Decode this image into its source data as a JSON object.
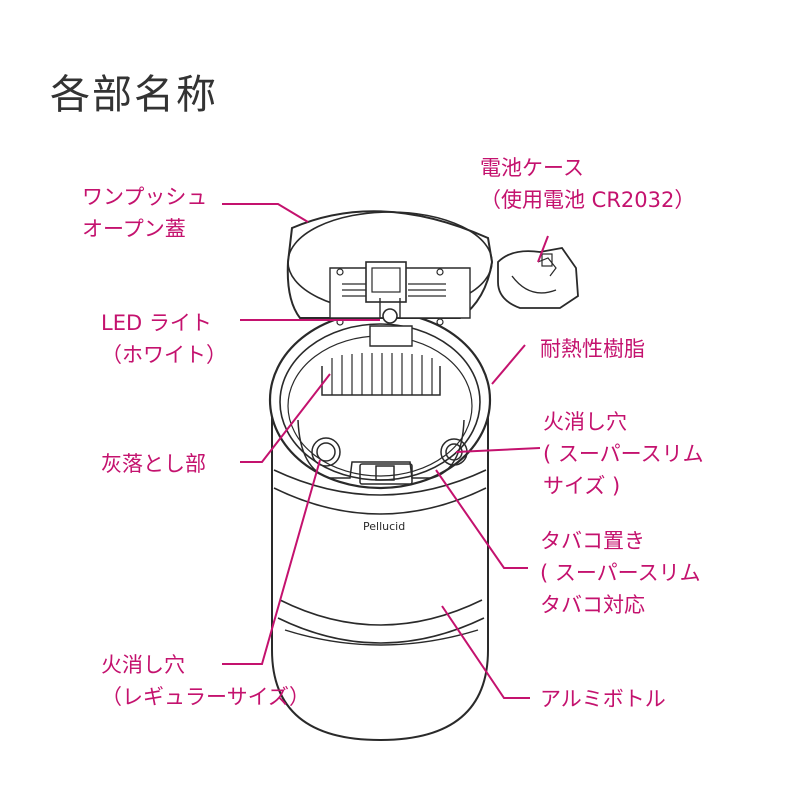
{
  "title": "各部名称",
  "accent_color": "#c4126e",
  "line_color": "#2a2a2a",
  "product": {
    "brand_text": "Pellucid"
  },
  "labels": {
    "lid": [
      "ワンプッシュ",
      "オープン蓋"
    ],
    "battery_case": [
      "電池ケース",
      "（使用電池 CR2032）"
    ],
    "led": [
      "LED ライト",
      "（ホワイト）"
    ],
    "resin": [
      "耐熱性樹脂"
    ],
    "ash_drop": [
      "灰落とし部"
    ],
    "fire_hole_slim": [
      "火消し穴",
      "( スーパースリム",
      "サイズ )"
    ],
    "cig_rest": [
      "タバコ置き",
      "( スーパースリム",
      "タバコ対応"
    ],
    "fire_hole_regular": [
      "火消し穴",
      "（レギュラーサイズ）"
    ],
    "bottle": [
      "アルミボトル"
    ]
  }
}
